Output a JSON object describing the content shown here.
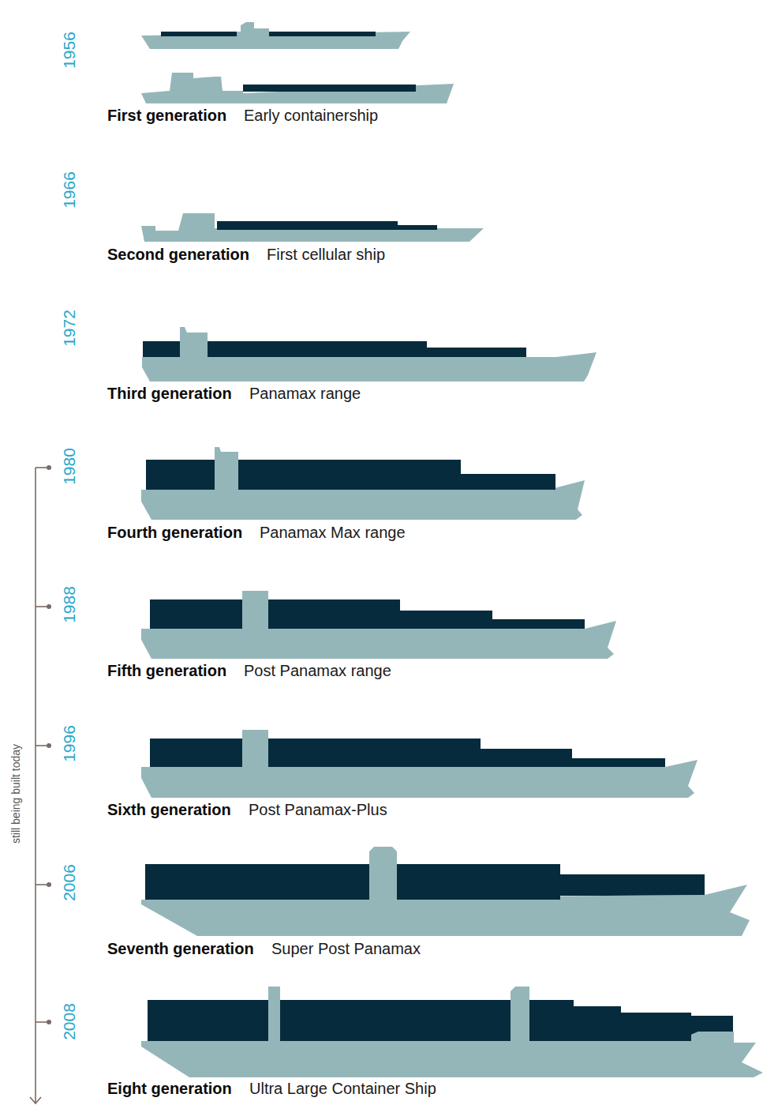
{
  "diagram": {
    "labels": [
      "1956",
      "First generation",
      "Early containership",
      "1966",
      "Second generation",
      "First cellular ship",
      "1972",
      "Third generation",
      "Panamax range",
      "1980",
      "Fourth generation",
      "Panamax Max range",
      "1988",
      "Fifth generation",
      "Post Panamax range",
      "1996",
      "Sixth generation",
      "Post Panamax-Plus",
      "2006",
      "Seventh generation",
      "Super Post Panamax",
      "2008",
      "Eight generation",
      "Ultra Large Container Ship",
      "still being built today"
    ]
  }
}
